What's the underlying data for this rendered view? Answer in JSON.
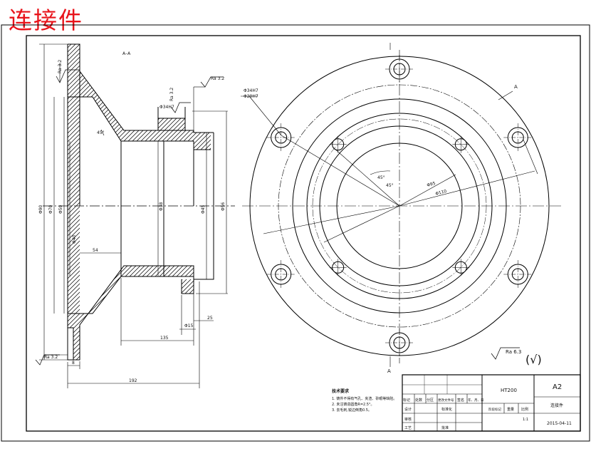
{
  "title": "连接件",
  "section_label": "A–A",
  "section_mark": "A",
  "roughness": {
    "r1": "Ra 3.2",
    "r2": "Ra 3.2",
    "r3": "Ra 3.2",
    "r4": "Ra 3.2",
    "general": "Ra 6.3"
  },
  "fit_labels": [
    "Φ34H7",
    "Φ20H7"
  ],
  "left_dims": [
    "Φ90",
    "Φ70",
    "Φ50",
    "Φ38",
    "Φ45",
    "Φ56",
    "Φ40"
  ],
  "horizontal_dims": [
    "54",
    "135",
    "192",
    "Φ15",
    "25",
    "8"
  ],
  "angle_dims": [
    "45°",
    "45°"
  ],
  "circle_dims": [
    "Φ95",
    "Φ110"
  ],
  "notes": {
    "heading": "技术要求",
    "lines": [
      "1. 铸件不得有气孔、夹渣、砂眼等缺陷。",
      "2. 未注铸造圆角R=2.5°。",
      "3. 去毛刺,锐边倒角0.5。"
    ]
  },
  "title_block": {
    "material": "HT200",
    "scale_size": "A2",
    "part_name": "连接件",
    "date": "2015-04-11",
    "header_cells": [
      "标记",
      "处数",
      "分区",
      "更改文件号",
      "签名",
      "年、月、日"
    ],
    "design": "设计",
    "standard": "标准化",
    "stage": "阶段标记",
    "weight": "重量",
    "ratio": "比例",
    "ratio_value": "1:1",
    "review": "审核",
    "craft": "工艺",
    "approve": "批准"
  }
}
